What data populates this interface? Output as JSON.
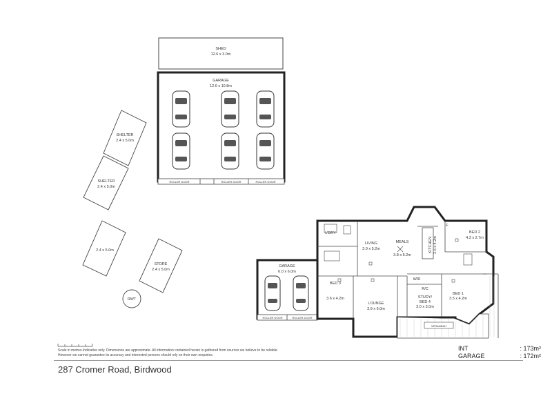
{
  "rooms": {
    "shed": {
      "name": "SHED",
      "dims": "12.6 x 3.0m"
    },
    "garage_large": {
      "name": "GARAGE",
      "dims": "12.6 x 10.8m"
    },
    "shelter1": {
      "name": "SHELTER",
      "dims": "2.4 x 5.0m"
    },
    "shelter2": {
      "name": "SHELTER",
      "dims": "2.4 x 5.0m"
    },
    "unnamed": {
      "dims": "2.4 x 5.0m"
    },
    "store": {
      "name": "STORE",
      "dims": "2.4 x 5.0m"
    },
    "rwt": {
      "name": "RWT"
    },
    "garage_small": {
      "name": "GARAGE",
      "dims": "6.0 x 6.0m"
    },
    "ldry": {
      "name": "L'DRY"
    },
    "living": {
      "name": "LIVING",
      "dims": "3.0 x 5.2m"
    },
    "meals": {
      "name": "MEALS",
      "dims": "3.8 x 5.2m"
    },
    "kitchen": {
      "name": "KITCHEN",
      "dims": "2.5 x 4.2m"
    },
    "bed2": {
      "name": "BED 2",
      "dims": "4.3 x 2.7m"
    },
    "bed3": {
      "name": "BED 3",
      "dims": "3.6 x 4.2m"
    },
    "lounge": {
      "name": "LOUNGE",
      "dims": "3.9 x 6.0m"
    },
    "study": {
      "name": "STUDY/",
      "name2": "BED 4",
      "dims": "3.0 x 3.0m"
    },
    "bed1": {
      "name": "BED 1",
      "dims": "3.5 x 4.2m"
    },
    "wir": {
      "name": "WIR"
    },
    "rc": {
      "name": "R/C"
    },
    "verandah": {
      "name": "VERANDAH"
    },
    "fridge": {
      "name": "F"
    }
  },
  "doors": {
    "roller": "ROLLER DOOR"
  },
  "disclaimer": "Scale in metres.Indicative only. Dimensions are approximate. All information contained herein is gathered from sources we believe to be reliable. However we cannot guarantee its accuracy and interested persons should rely on their own enquiries.",
  "areas": {
    "int_label": "INT",
    "int_value": ": 173m²",
    "garage_label": "GARAGE",
    "garage_value": ": 172m²"
  },
  "address": "287 Cromer Road, Birdwood"
}
